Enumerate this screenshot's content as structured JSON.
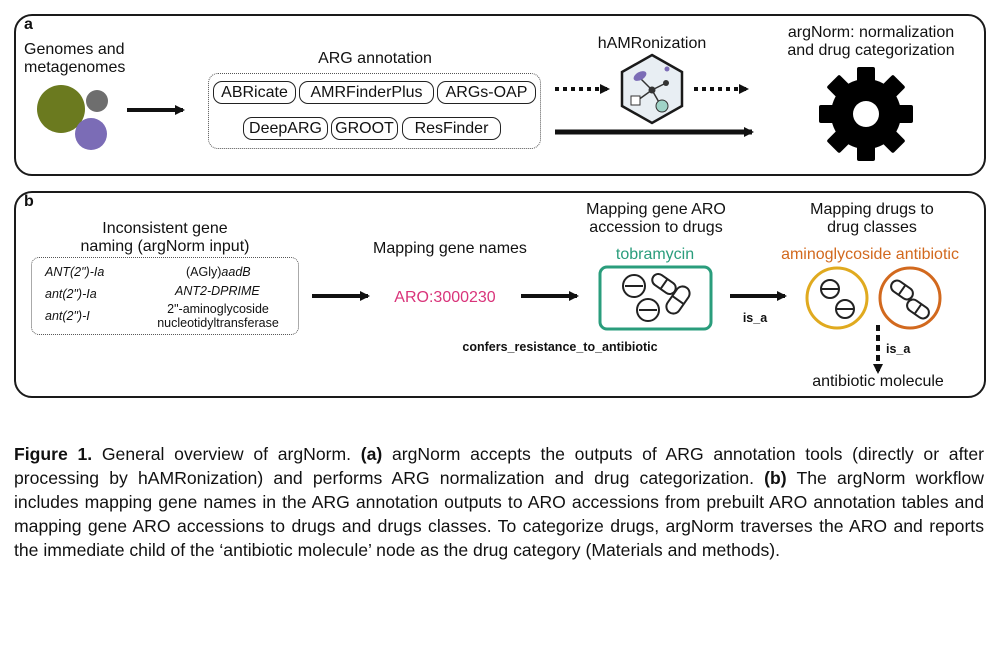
{
  "panel_a": {
    "label": "a",
    "inputs_label_line1": "Genomes and",
    "inputs_label_line2": "metagenomes",
    "annotation_title": "ARG annotation",
    "tools_row1": [
      "ABRicate",
      "AMRFinderPlus",
      "ARGs-OAP"
    ],
    "tools_row2": [
      "DeepARG",
      "GROOT",
      "ResFinder"
    ],
    "hamr_label": "hAMRonization",
    "argnorm_line1": "argNorm: normalization",
    "argnorm_line2": "and drug categorization"
  },
  "panel_b": {
    "label": "b",
    "input_title_line1": "Inconsistent gene",
    "input_title_line2": "naming (argNorm input)",
    "gene_names_left": [
      "ANT(2\")-Ia",
      "ant(2\")-Ia",
      "ant(2\")-I"
    ],
    "gene_name_right_1_plain": "(AGly)",
    "gene_name_right_1_italic": "aadB",
    "gene_name_right_2": "ANT2-DPRIME",
    "gene_name_right_3_line1": "2\"-aminoglycoside",
    "gene_name_right_3_line2": "nucleotidyltransferase",
    "mapping_names_title": "Mapping gene names",
    "aro_accession": "ARO:3000230",
    "mapping_drugs_title_line1": "Mapping gene ARO",
    "mapping_drugs_title_line2": "accession to drugs",
    "drug_name": "tobramycin",
    "relation_confers": "confers_resistance_to_antibiotic",
    "relation_is_a_1": "is_a",
    "mapping_classes_title_line1": "Mapping drugs to",
    "mapping_classes_title_line2": "drug classes",
    "drug_class": "aminoglycoside antibiotic",
    "relation_is_a_2": "is_a",
    "parent_node": "antibiotic molecule"
  },
  "colors": {
    "olive": "#6b7a1f",
    "gray": "#6e6e6e",
    "purple": "#7b6cb6",
    "pink": "#d9347a",
    "teal": "#2a9d7c",
    "gold": "#e0aa1f",
    "orange": "#d2691e"
  },
  "caption": {
    "fig_label": "Figure 1.",
    "part1": " General overview of argNorm. ",
    "a_label": "(a)",
    "part2": " argNorm accepts the outputs of ARG annotation tools (directly or after processing by hAMRonization) and performs ARG normalization and drug categorization. ",
    "b_label": "(b)",
    "part3": " The argNorm workflow includes mapping gene names in the ARG annotation outputs to ARO accessions from prebuilt ARO annotation tables and mapping gene ARO accessions to drugs and drugs classes. To categorize drugs, argNorm traverses the ARO and reports the immediate child of the ‘antibiotic molecule’ node as the drug category (Materials and methods)."
  }
}
